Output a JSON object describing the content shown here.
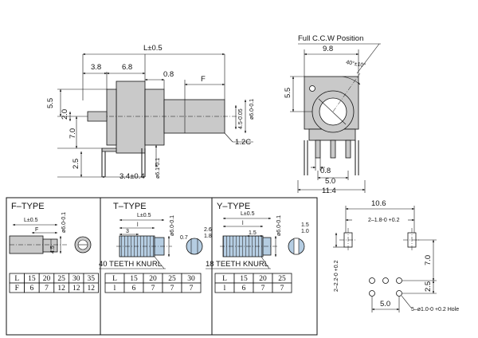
{
  "main": {
    "position_label": "Full C.C.W Position",
    "length_label": "L±0.5",
    "d_3_8": "3.8",
    "d_6_8": "6.8",
    "d_0_8": "0.8",
    "d_f": "F",
    "d_5_5": "5.5",
    "d_2_0": "2.0",
    "d_7_0": "7.0",
    "d_2_5": "2.5",
    "d_3_4": "3.4±0.4",
    "d_shaft_dia": "ø6.0-0.1",
    "d_flat_dia": "4.5-0.05",
    "d_bush_dia": "ø6.1-0.1",
    "d_chamfer": "1.2C",
    "d_9_8": "9.8",
    "d_angle": "40°±10°",
    "d_5_5_right": "5.5",
    "d_0_8_right": "0.8",
    "d_5_0": "5.0",
    "d_11_4": "11.4"
  },
  "f_type": {
    "title": "F–TYPE",
    "length": "L±0.5",
    "f_label": "F",
    "dia": "ø6.0-0.1",
    "dim_4_5": "4.5",
    "table_rows": [
      [
        "L",
        "15",
        "20",
        "25",
        "30",
        "35"
      ],
      [
        "F",
        "6",
        "7",
        "12",
        "12",
        "12"
      ]
    ]
  },
  "t_type": {
    "title": "T–TYPE",
    "length": "L±0.5",
    "d_l": "l",
    "d_3": "3",
    "d_0_7": "0.7",
    "d_2_6": "2.6",
    "d_1_8": "1.8",
    "dia": "ø6.0-0.1",
    "knurl": "40 TEETH KNURL",
    "table_rows": [
      [
        "L",
        "15",
        "20",
        "25",
        "30"
      ],
      [
        "l",
        "6",
        "7",
        "7",
        "7"
      ]
    ]
  },
  "y_type": {
    "title": "Y–TYPE",
    "length": "L±0.5",
    "d_l": "l",
    "d_1_5": "1.5",
    "d_1_5_right": "1.5",
    "d_1_0": "1.0",
    "dia": "ø6.0-0.1",
    "knurl": "18 TEETH KNURL",
    "table_rows": [
      [
        "L",
        "15",
        "20",
        "25"
      ],
      [
        "l",
        "6",
        "7",
        "7"
      ]
    ]
  },
  "pcb": {
    "d_10_6": "10.6",
    "d_slot": "2–1.8-0 +0.2",
    "d_7_0": "7.0",
    "d_2_5": "2.5",
    "d_5_0": "5.0",
    "d_2_2": "2–2.2-0 +0.2",
    "hole_label": "5–ø1.0-0 +0.2 Hole"
  }
}
